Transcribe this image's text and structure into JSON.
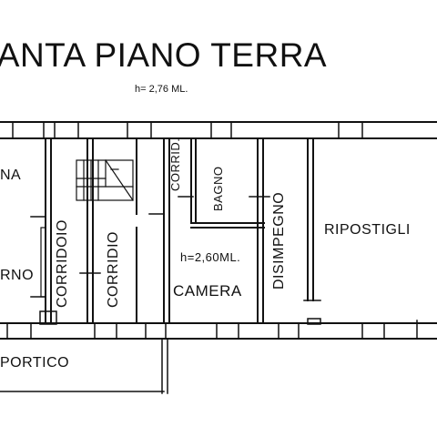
{
  "title": "PIANTA PIANO TERRA",
  "title_visible": "IANTA PIANO TERRA",
  "ceiling_height": "h= 2,76 ML.",
  "rooms": {
    "cucina_partial": "NA",
    "soggiorno_partial": "RNO",
    "corridoio_1": "CORRIDOIO",
    "corridoio_2": "CORRIDIO",
    "corrid": "CORRID.",
    "bagno": "BAGNO",
    "camera_height": "h=2,60ML.",
    "camera": "CAMERA",
    "disimpegno": "DISIMPEGNO",
    "ripostiglio": "RIPOSTIGLI",
    "portico": "PORTICO"
  }
}
